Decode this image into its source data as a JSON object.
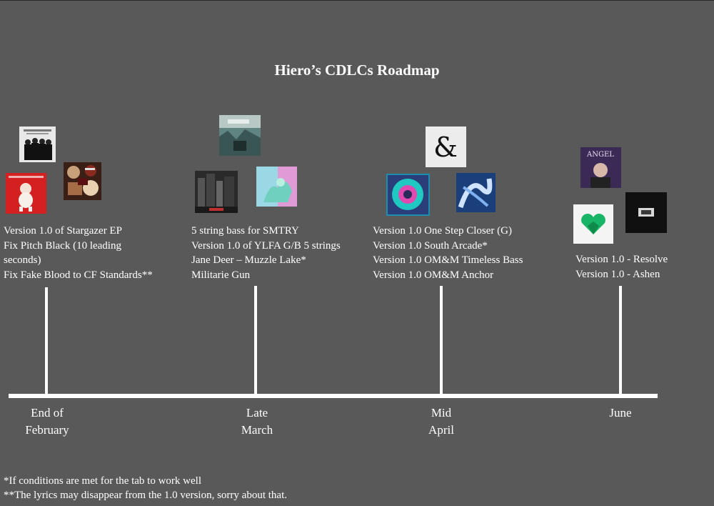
{
  "title": "Hiero’s CDLCs Roadmap",
  "milestones": [
    {
      "date": [
        "End of",
        "February"
      ],
      "items": [
        "Version 1.0 of Stargazer EP",
        "Fix Pitch Black (10 leading seconds)",
        "Fix Fake Blood to CF Standards**"
      ]
    },
    {
      "date": [
        "Late",
        "March"
      ],
      "items": [
        "5 string bass for SMTRY",
        "Version 1.0 of YLFA G/B 5 strings",
        "Jane Deer – Muzzle Lake*",
        "Militarie Gun"
      ]
    },
    {
      "date": [
        "Mid",
        "April"
      ],
      "items": [
        "Version 1.0 One Step Closer (G)",
        "Version 1.0 South Arcade*",
        "Version 1.0 OM&M Timeless Bass",
        "Version 1.0 OM&M Anchor"
      ]
    },
    {
      "date": [
        "June"
      ],
      "items": [
        "Version 1.0 - Resolve",
        "Version 1.0 - Ashen"
      ]
    }
  ],
  "covers": {
    "cover_1_text": "ANGEL"
  },
  "footnotes": [
    "*If conditions are met for the tab to work well",
    "**The lyrics may disappear from the 1.0 version, sorry about that."
  ]
}
